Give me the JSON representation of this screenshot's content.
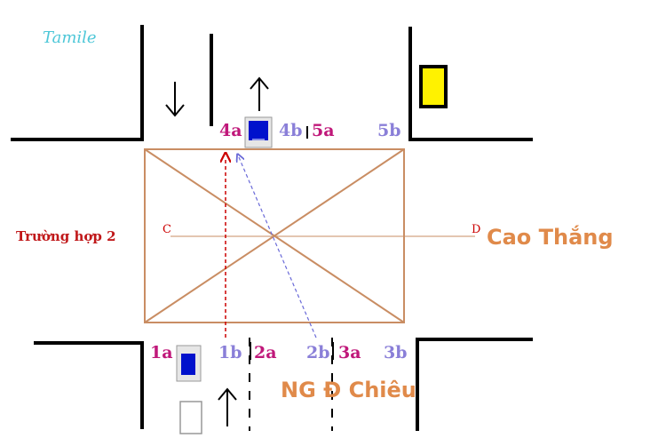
{
  "watermark": "Tamile",
  "case_label": "Trường hợp 2",
  "street_east": "Cao Thắng",
  "street_south": "NG Đ Chiêu",
  "points": {
    "c": "C",
    "d": "D"
  },
  "lane_labels": {
    "l4a": "4a",
    "l4b": "4b",
    "l5a": "5a",
    "l5b": "5b",
    "l1a": "1a",
    "l1b": "1b",
    "l2a": "2a",
    "l2b": "2b",
    "l3a": "3a",
    "l3b": "3b"
  },
  "colors": {
    "magenta": "#c0187a",
    "purple": "#8a7fd8",
    "box": "#c98d63",
    "red": "#cc0000",
    "orange": "#e08a4a",
    "cyan": "#4ec7d8",
    "car_blue": "#0011cc",
    "car_yellow": "#fff200"
  }
}
